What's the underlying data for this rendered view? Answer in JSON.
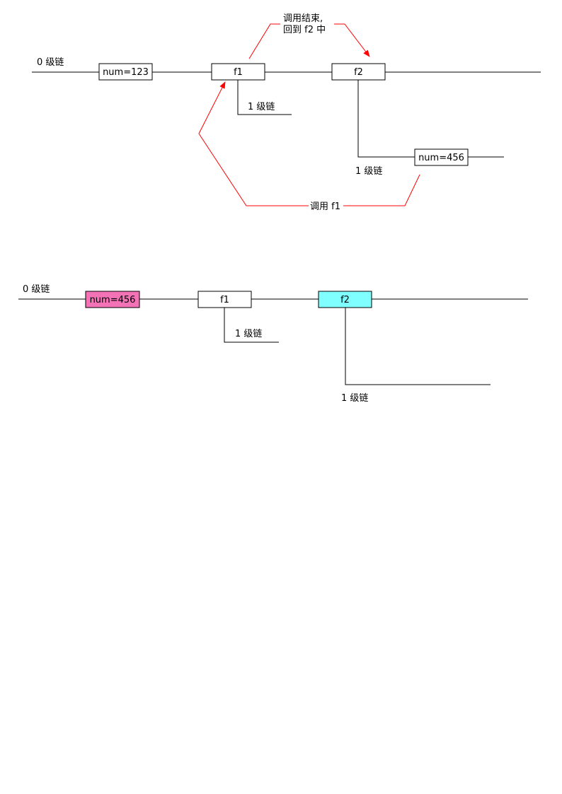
{
  "diagram_top": {
    "level0_label": "0 级链",
    "box_num": "num=123",
    "box_f1": "f1",
    "box_f2": "f2",
    "f1_level1_label": "1 级链",
    "f2_level1_label": "1 级链",
    "box_num456": "num=456",
    "return_label_line1": "调用结束,",
    "return_label_line2": "回到 f2 中",
    "call_label": "调用 f1",
    "arrow_color": "#ff0000"
  },
  "diagram_bottom": {
    "level0_label": "0 级链",
    "box_num": "num=456",
    "box_num_fill": "#f472b6",
    "box_f1": "f1",
    "box_f2": "f2",
    "box_f2_fill": "#7fffff",
    "f1_level1_label": "1 级链",
    "f2_level1_label": "1 级链"
  }
}
